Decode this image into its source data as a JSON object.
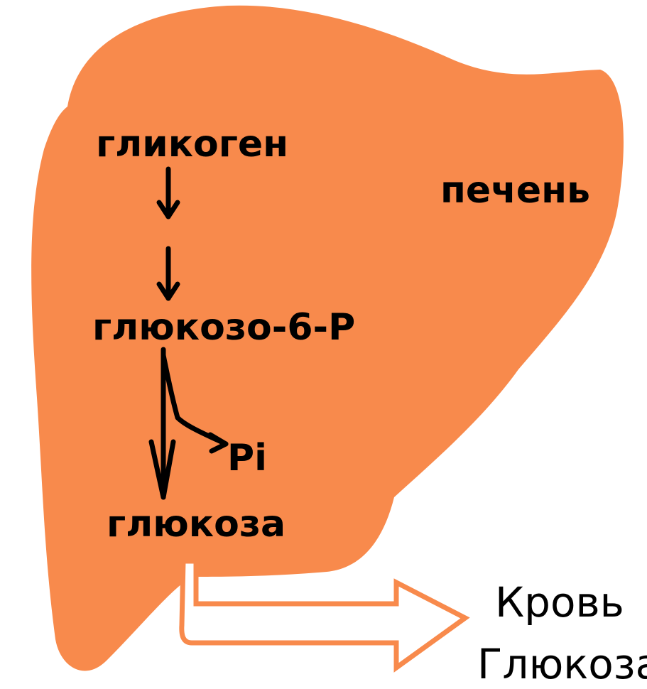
{
  "diagram": {
    "organ_label": "печень",
    "glycogen": "гликоген",
    "glucose_6_phosphate": "глюкозо-6-Р",
    "phosphate": "Pi",
    "glucose": "глюкоза",
    "blood_label": "Кровь",
    "blood_glucose": "Глюкоза"
  },
  "colors": {
    "liver_fill": "#F88A4C",
    "arrow_fill": "#FFFFFF",
    "arrow_stroke": "#F88A4C",
    "text": "#000000"
  }
}
